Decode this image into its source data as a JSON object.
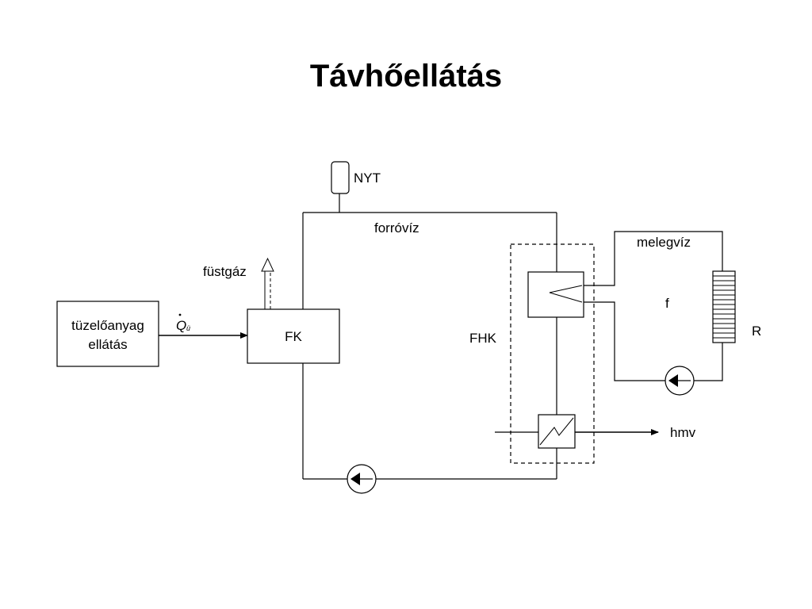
{
  "title": "Távhőellátás",
  "labels": {
    "fuel_supply_line1": "tüzelőanyag",
    "fuel_supply_line2": "ellátás",
    "heat_flow_symbol": "Q",
    "heat_flow_subscript": "ü",
    "boiler": "FK",
    "flue_gas": "füstgáz",
    "expansion_tank": "NYT",
    "hot_water_network": "forróvíz",
    "substation": "FHK",
    "warm_water_loop": "melegvíz",
    "loop_marker": "f",
    "radiator": "R",
    "domestic_hot_water": "hmv"
  },
  "colors": {
    "stroke": "#000000",
    "background": "#ffffff"
  }
}
